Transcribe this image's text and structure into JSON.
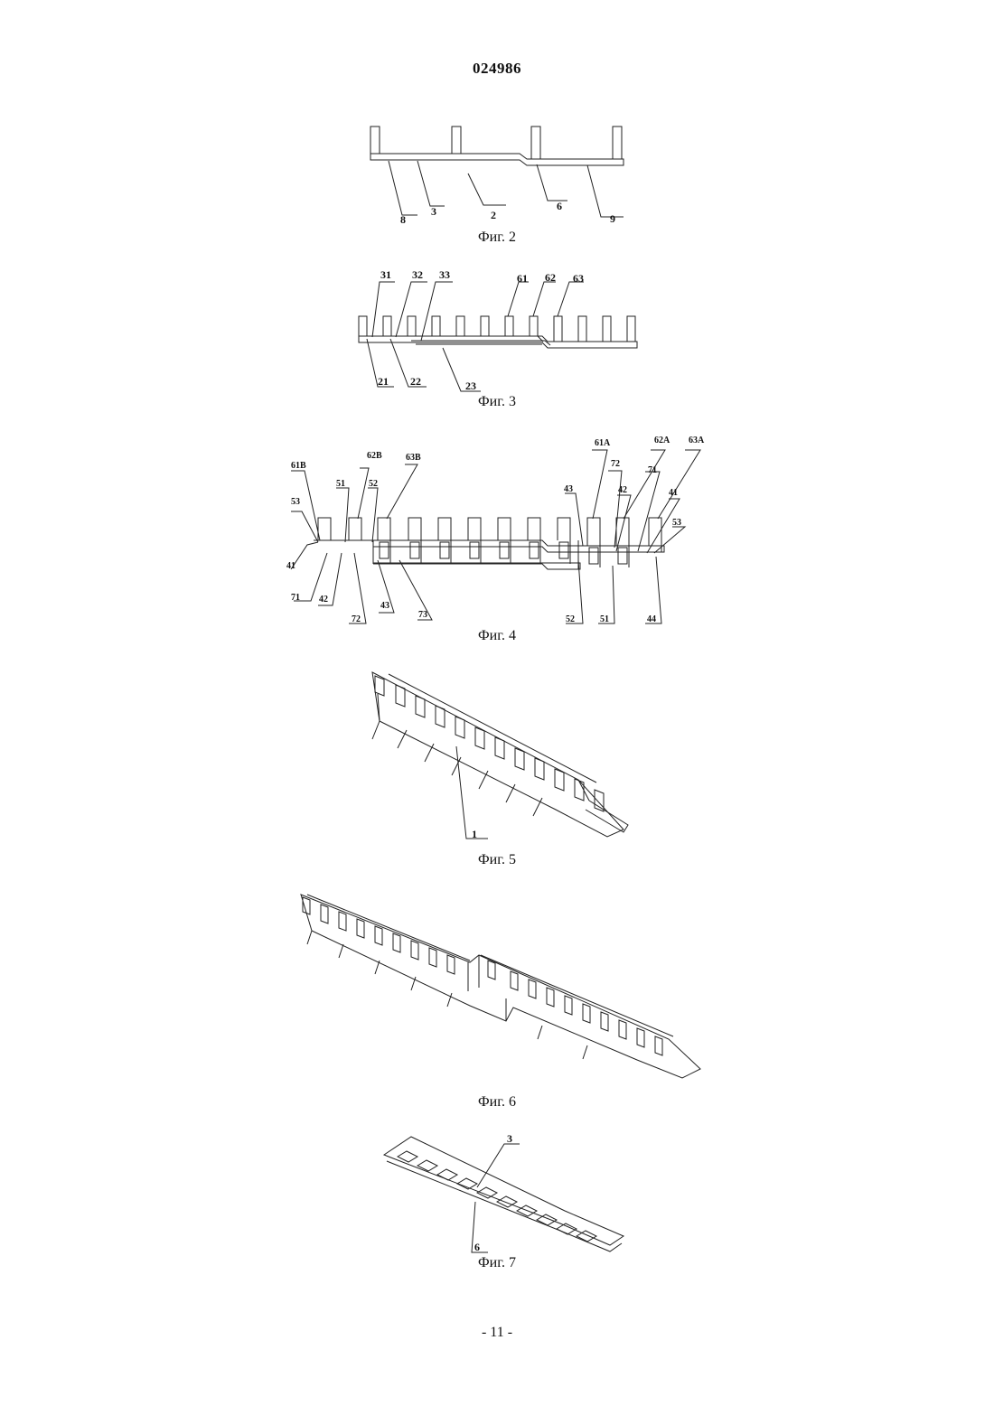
{
  "document": {
    "number": "024986",
    "page": "- 11 -"
  },
  "figures": [
    {
      "id": "fig2",
      "caption": "Фиг. 2",
      "labels": [
        "8",
        "3",
        "2",
        "6",
        "9"
      ]
    },
    {
      "id": "fig3",
      "caption": "Фиг. 3",
      "labels": [
        "31",
        "32",
        "33",
        "61",
        "62",
        "63",
        "21",
        "22",
        "23"
      ]
    },
    {
      "id": "fig4",
      "caption": "Фиг. 4",
      "labels": [
        "61B",
        "62B",
        "63B",
        "51",
        "52",
        "53",
        "41",
        "71",
        "42",
        "72",
        "43",
        "73",
        "61A",
        "62A",
        "63A",
        "72",
        "71",
        "43",
        "42",
        "41",
        "53",
        "52",
        "51",
        "44"
      ]
    },
    {
      "id": "fig5",
      "caption": "Фиг. 5",
      "labels": [
        "1"
      ]
    },
    {
      "id": "fig6",
      "caption": "Фиг. 6",
      "labels": []
    },
    {
      "id": "fig7",
      "caption": "Фиг. 7",
      "labels": [
        "3",
        "6"
      ]
    }
  ]
}
